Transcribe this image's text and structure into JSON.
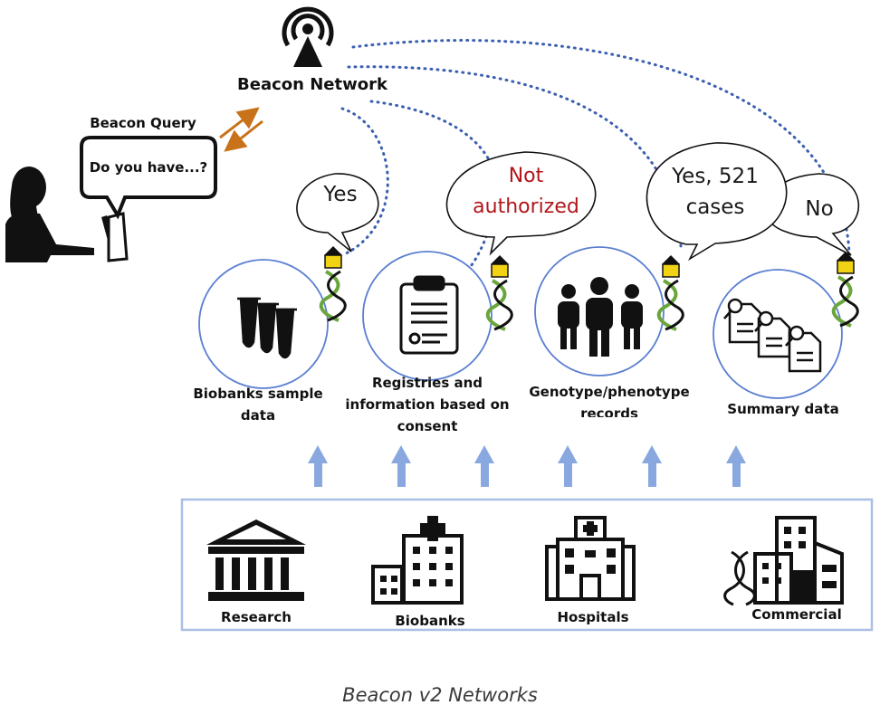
{
  "network": {
    "title": "Beacon Network"
  },
  "query": {
    "label": "Beacon Query",
    "bubble": "Do you have...?"
  },
  "responses": [
    {
      "text": "Yes",
      "color": "#1a1a1a"
    },
    {
      "text": "Not authorized",
      "color": "#b3161b"
    },
    {
      "text": "Yes, 521 cases",
      "color": "#1a1a1a"
    },
    {
      "text": "No",
      "color": "#1a1a1a"
    }
  ],
  "resources": [
    {
      "label": "Biobanks sample data",
      "icon": "test-tubes-icon"
    },
    {
      "label": "Registries and information based on consent",
      "icon": "clipboard-icon"
    },
    {
      "label": "Genotype/phenotype records",
      "icon": "people-icon"
    },
    {
      "label": "Summary data",
      "icon": "documents-magnifier-icon"
    }
  ],
  "sources": [
    {
      "label": "Research",
      "icon": "museum-building-icon"
    },
    {
      "label": "Biobanks",
      "icon": "hospital-cross-building-icon"
    },
    {
      "label": "Hospitals",
      "icon": "hospital-icon"
    },
    {
      "label": "Commercial",
      "icon": "dna-buildings-icon"
    }
  ],
  "caption": "Beacon v2 Networks",
  "colors": {
    "dotted_line": "#3a5fb0",
    "circle_stroke": "#5b7fd1",
    "up_arrow": "#8aa8e0",
    "exchange_arrow": "#c8731a",
    "not_authorized": "#b3161b",
    "source_box": "#a9bfe6"
  }
}
